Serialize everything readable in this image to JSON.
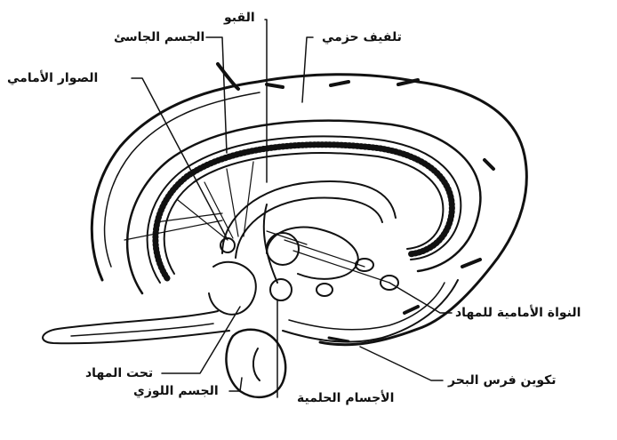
{
  "labels": {
    "fornix": "القبو",
    "corpus_callosum": "الجسم الجاسئ",
    "cingulate_gyrus": "تلفيف حزمي",
    "anterior_commissure": "الصوار الأمامي",
    "anterior_thalamic_nucleus": "النواة الأمامية للمهاد",
    "hypothalamus": "تحت المهاد",
    "hippocampal_formation": "تكوين فرس البحر",
    "amygdala": "الجسم اللوزي",
    "mammillary_bodies": "الأجسام الحلمية"
  },
  "colors": {
    "ink": "#111111",
    "background": "#ffffff"
  }
}
